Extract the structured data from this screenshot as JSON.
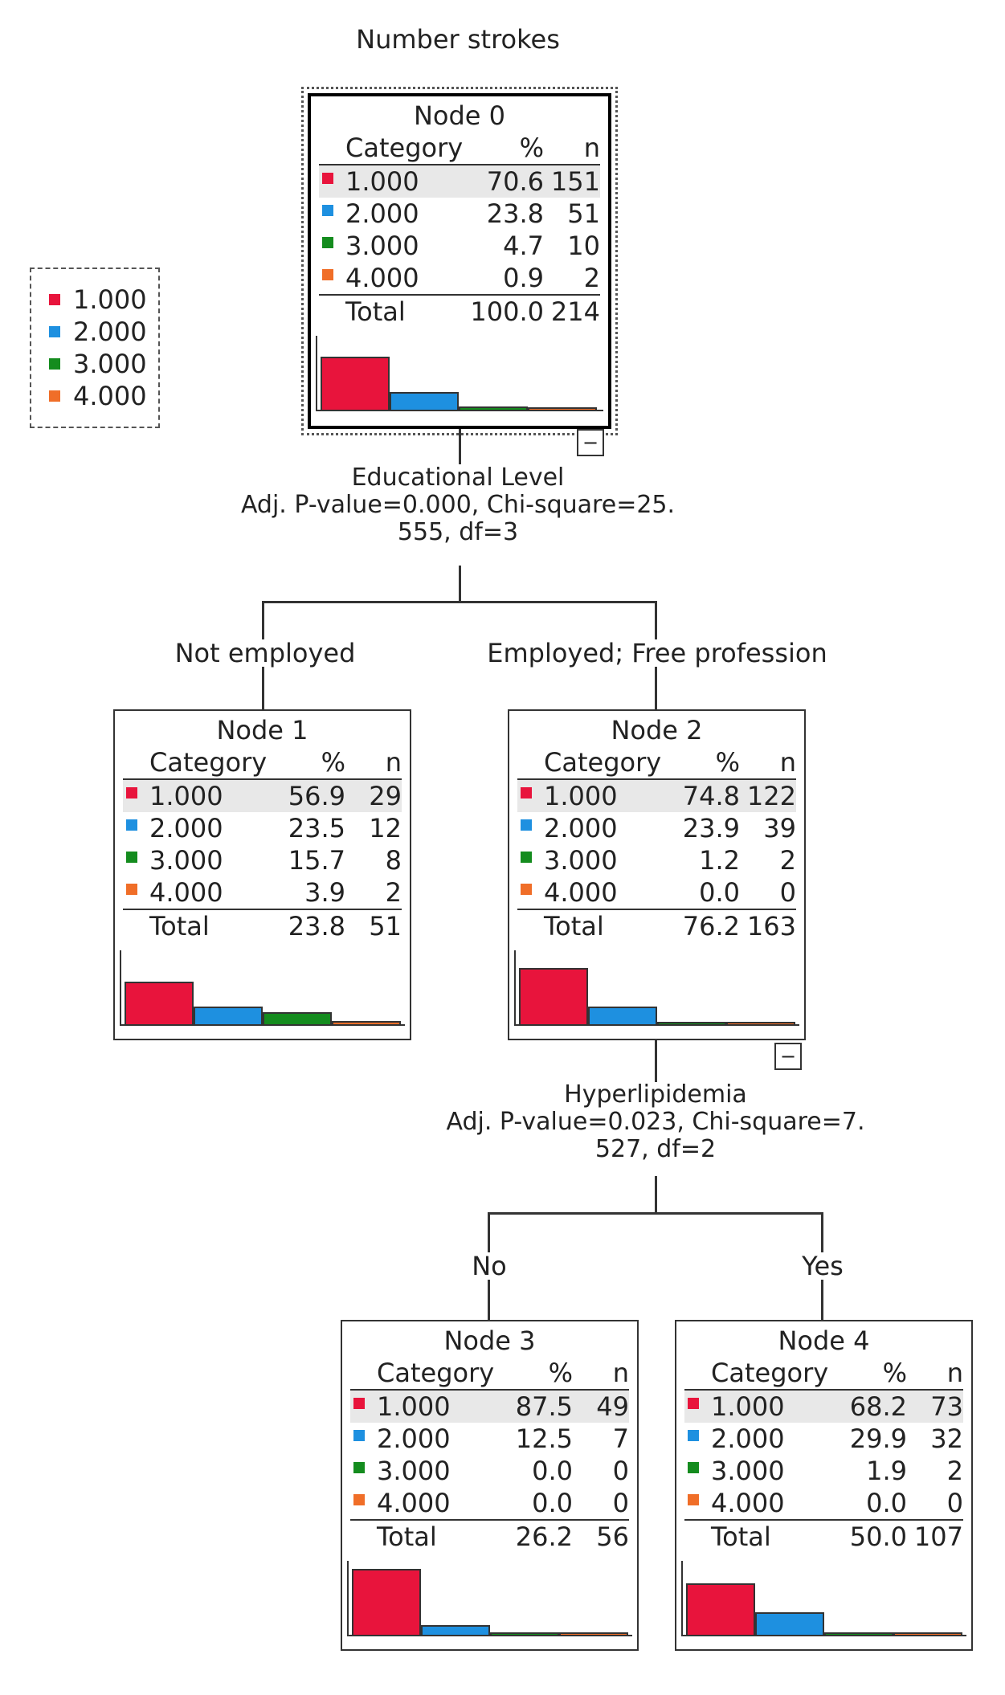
{
  "title": "Number  strokes",
  "colors": {
    "1.000": "#e8143c",
    "2.000": "#1e90e0",
    "3.000": "#148c1e",
    "4.000": "#f06e28"
  },
  "legend": [
    "1.000",
    "2.000",
    "3.000",
    "4.000"
  ],
  "header": {
    "category": "Category",
    "percent": "%",
    "n": "n",
    "total": "Total"
  },
  "nodes": [
    {
      "name": "Node 0",
      "rows": [
        [
          "1.000",
          "70.6",
          "151"
        ],
        [
          "2.000",
          "23.8",
          "51"
        ],
        [
          "3.000",
          "4.7",
          "10"
        ],
        [
          "4.000",
          "0.9",
          "2"
        ]
      ],
      "total": [
        "100.0",
        "214"
      ],
      "dist": [
        0.706,
        0.238,
        0.047,
        0.009
      ]
    },
    {
      "name": "Node 1",
      "rows": [
        [
          "1.000",
          "56.9",
          "29"
        ],
        [
          "2.000",
          "23.5",
          "12"
        ],
        [
          "3.000",
          "15.7",
          "8"
        ],
        [
          "4.000",
          "3.9",
          "2"
        ]
      ],
      "total": [
        "23.8",
        "51"
      ],
      "dist": [
        0.569,
        0.235,
        0.157,
        0.039
      ]
    },
    {
      "name": "Node 2",
      "rows": [
        [
          "1.000",
          "74.8",
          "122"
        ],
        [
          "2.000",
          "23.9",
          "39"
        ],
        [
          "3.000",
          "1.2",
          "2"
        ],
        [
          "4.000",
          "0.0",
          "0"
        ]
      ],
      "total": [
        "76.2",
        "163"
      ],
      "dist": [
        0.748,
        0.239,
        0.012,
        0.0
      ]
    },
    {
      "name": "Node 3",
      "rows": [
        [
          "1.000",
          "87.5",
          "49"
        ],
        [
          "2.000",
          "12.5",
          "7"
        ],
        [
          "3.000",
          "0.0",
          "0"
        ],
        [
          "4.000",
          "0.0",
          "0"
        ]
      ],
      "total": [
        "26.2",
        "56"
      ],
      "dist": [
        0.875,
        0.125,
        0.0,
        0.0
      ]
    },
    {
      "name": "Node 4",
      "rows": [
        [
          "1.000",
          "68.2",
          "73"
        ],
        [
          "2.000",
          "29.9",
          "32"
        ],
        [
          "3.000",
          "1.9",
          "2"
        ],
        [
          "4.000",
          "0.0",
          "0"
        ]
      ],
      "total": [
        "50.0",
        "107"
      ],
      "dist": [
        0.682,
        0.299,
        0.019,
        0.0
      ]
    }
  ],
  "splits": [
    {
      "variable": "Educational Level",
      "stat_line1": "Adj. P-value=0.000, Chi-square=25.",
      "stat_line2": "555, df=3",
      "left": "Not employed",
      "right": "Employed; Free profession"
    },
    {
      "variable": "Hyperlipidemia",
      "stat_line1": "Adj. P-value=0.023, Chi-square=7.",
      "stat_line2": "527, df=2",
      "left": "No",
      "right": "Yes"
    }
  ],
  "collapse_symbol": "−"
}
